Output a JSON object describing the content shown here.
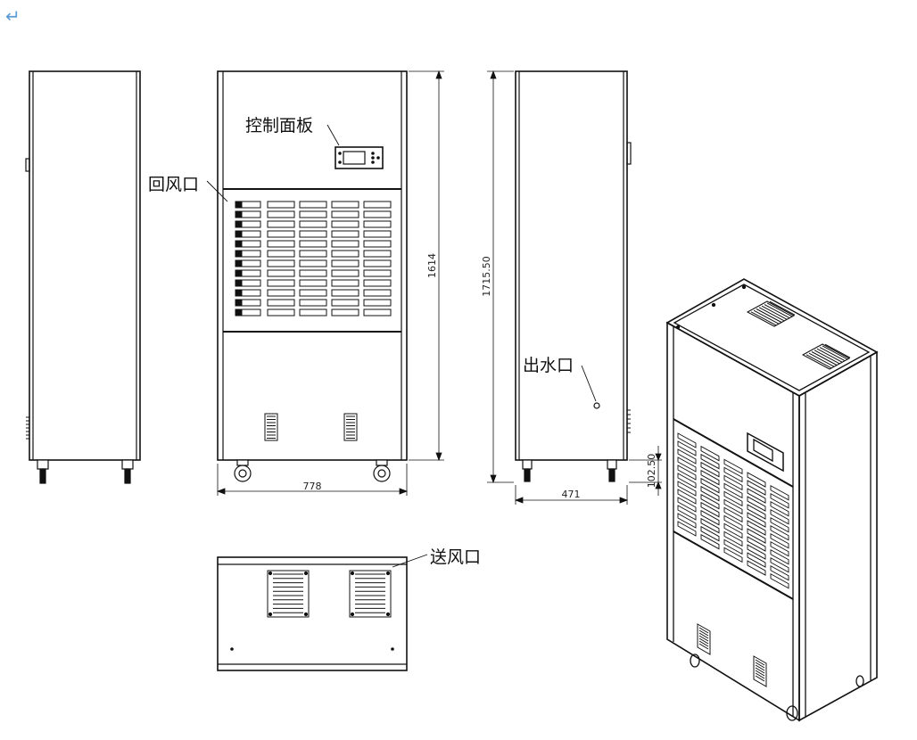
{
  "return_mark": "↵",
  "labels": {
    "control_panel": "控制面板",
    "return_air": "回风口",
    "drain_outlet": "出水口",
    "supply_air": "送风口"
  },
  "dimensions": {
    "front_width": "778",
    "front_height": "1614",
    "side_height": "1715.50",
    "side_depth": "471",
    "base_height": "102.50"
  },
  "colors": {
    "line": "#111111",
    "return_mark": "#5b9bd5"
  }
}
